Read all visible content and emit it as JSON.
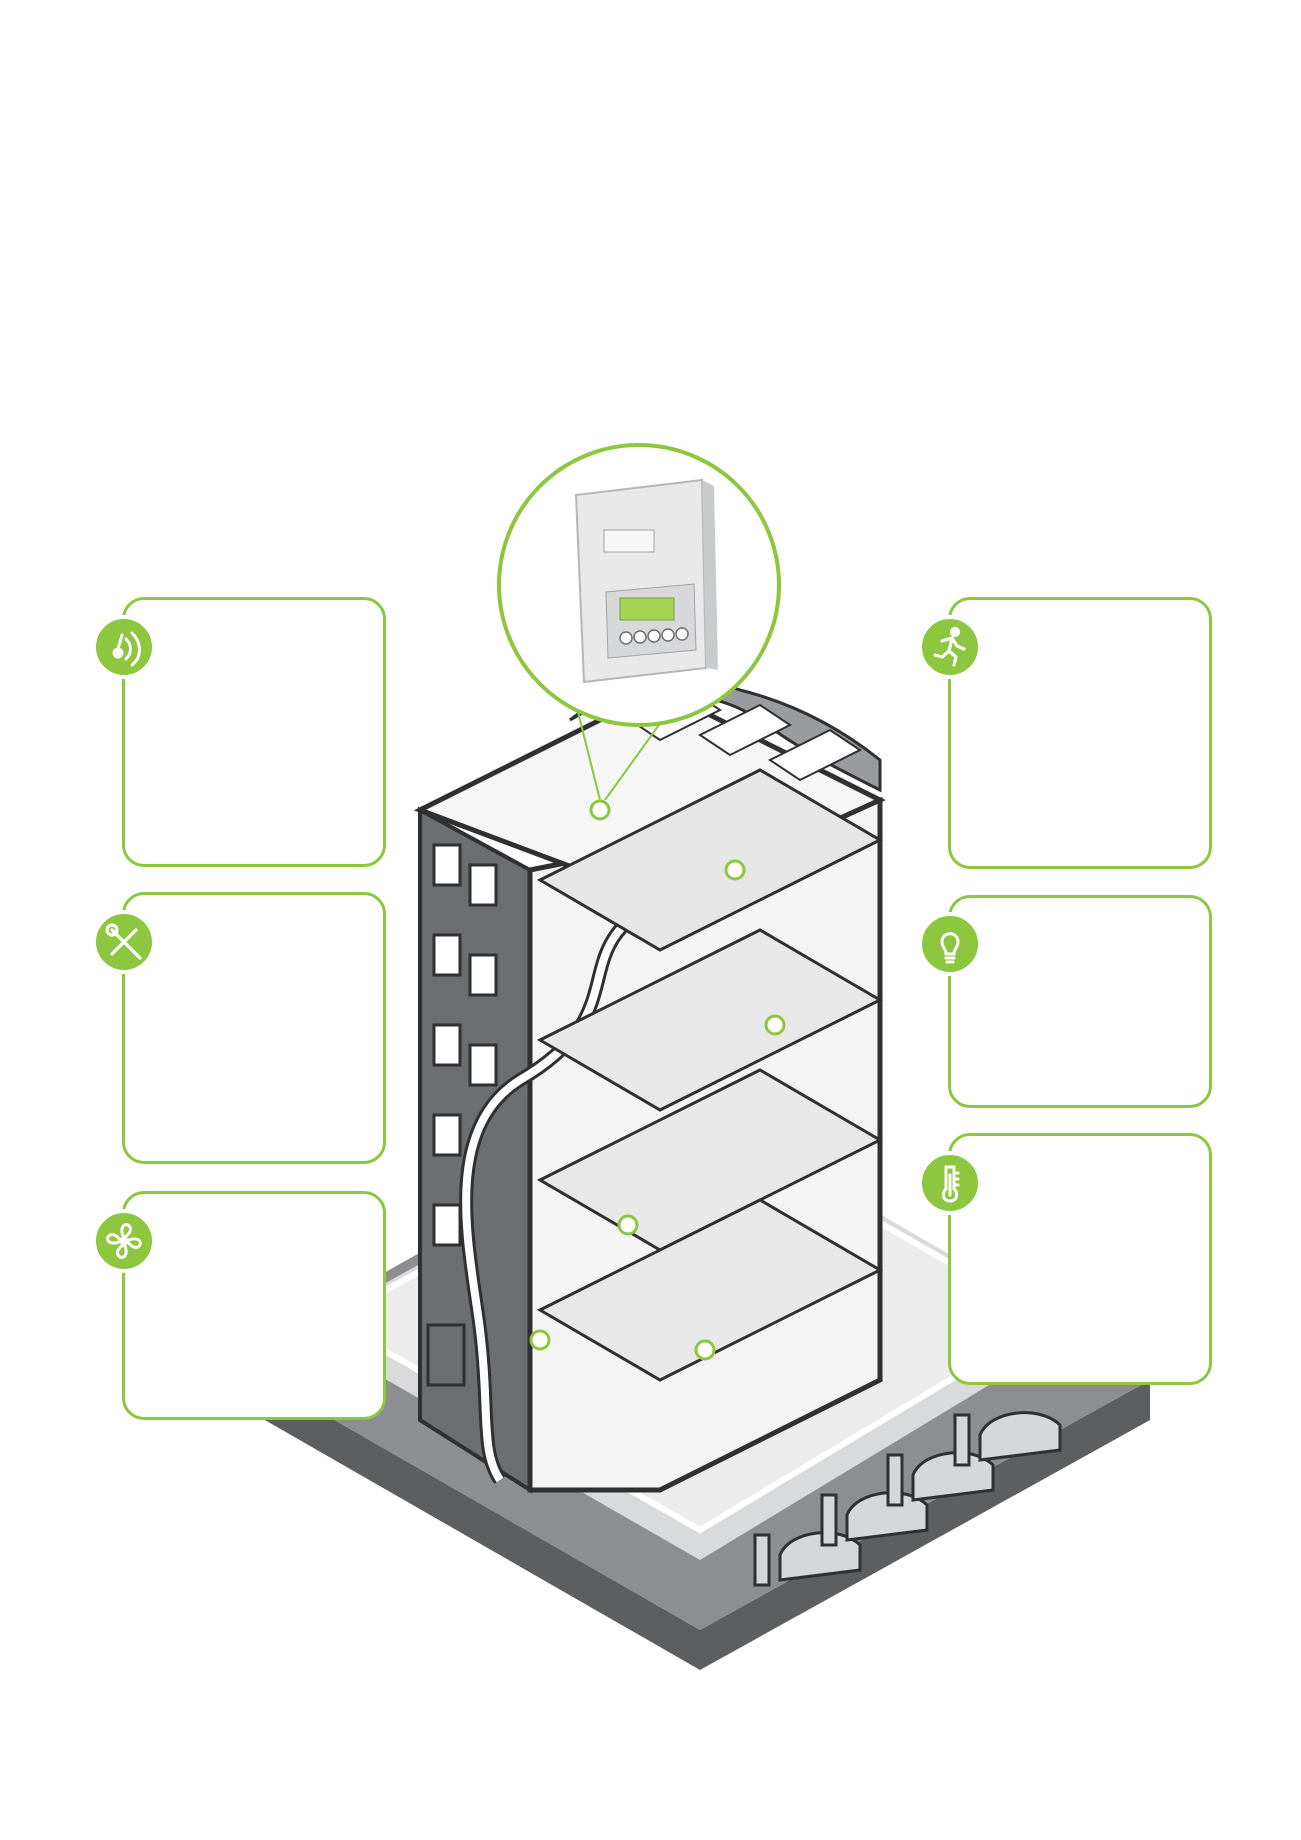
{
  "colors": {
    "accent": "#8dc63f",
    "building_dark": "#6d6e71",
    "building_mid": "#9a9b9e",
    "floor_light": "#f1f1f1",
    "ground_dark": "#5c5e60",
    "outline": "#3a3b3d"
  },
  "panels": {
    "left": [
      {
        "icon": "sound-wave-icon"
      },
      {
        "icon": "tools-icon"
      },
      {
        "icon": "fan-icon"
      }
    ],
    "right": [
      {
        "icon": "running-person-icon"
      },
      {
        "icon": "light-bulb-icon"
      },
      {
        "icon": "thermometer-icon"
      }
    ]
  },
  "zoom_callout": {
    "subject": "controller-device",
    "screen_color": "#a6d555"
  },
  "building": {
    "floors": 4,
    "solar_panels": 3
  },
  "parking": {
    "cars": 4,
    "ev_chargers": 4
  }
}
